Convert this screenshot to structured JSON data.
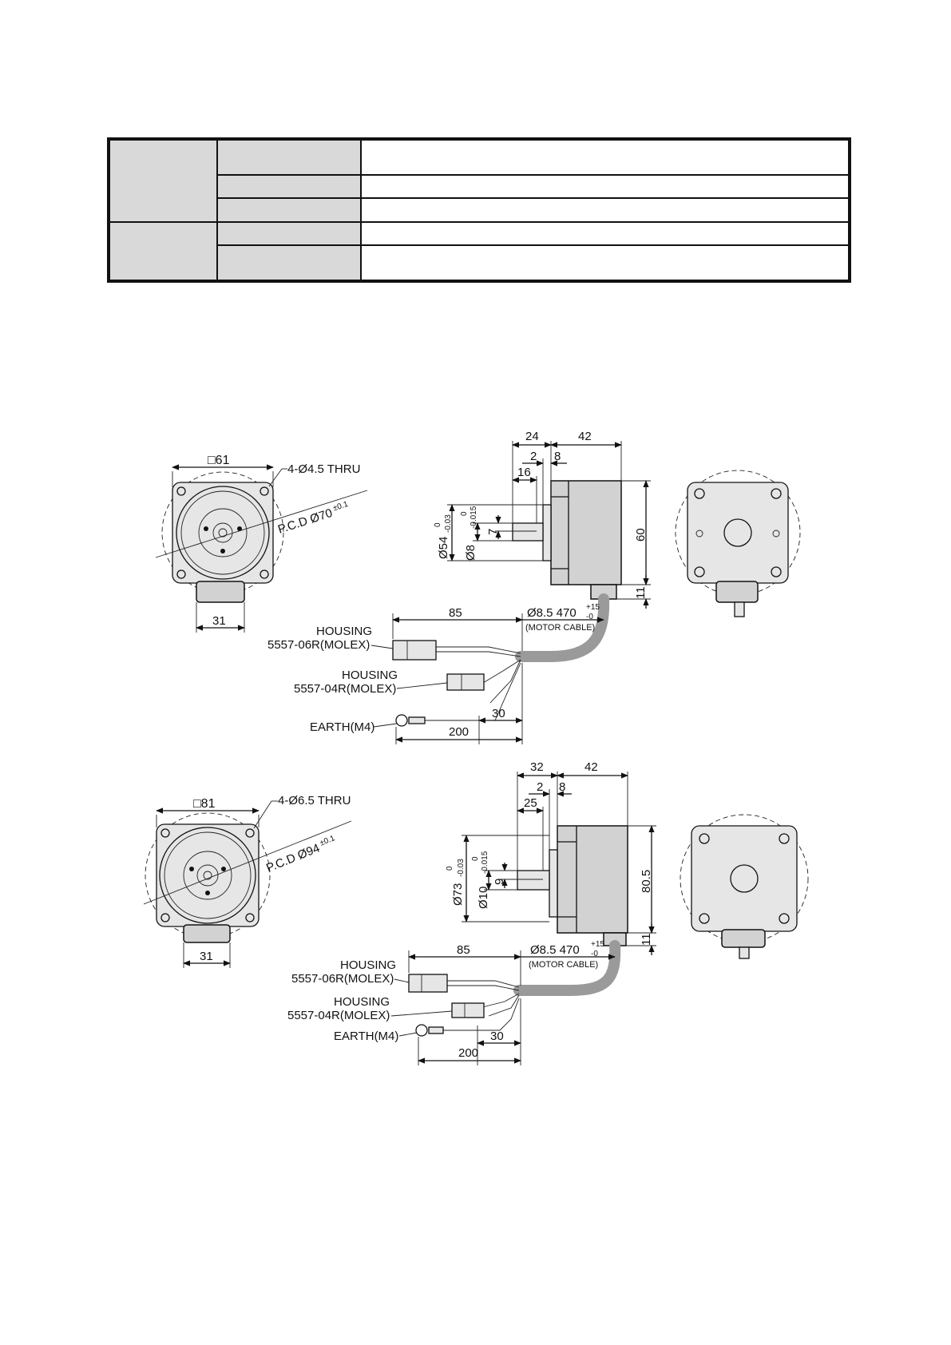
{
  "spec_table": {
    "rows": [
      {
        "group": "",
        "label": "",
        "value": ""
      },
      {
        "group": "",
        "label": "",
        "value": ""
      },
      {
        "group": "",
        "label": "",
        "value": ""
      },
      {
        "group": "",
        "label": "",
        "value": ""
      },
      {
        "group": "",
        "label": "",
        "value": ""
      }
    ]
  },
  "drawing_60": {
    "square": "□61",
    "holes": "4-Ø4.5 THRU",
    "pcd": "P.C.D Ø70",
    "pcd_tol": "±0.1",
    "base_width": "31",
    "dim_24": "24",
    "dim_42": "42",
    "dim_2": "2",
    "dim_8": "8",
    "dim_16": "16",
    "spigot": "Ø54",
    "spigot_tol_upper": "0",
    "spigot_tol_lower": "-0.03",
    "shaft": "Ø8",
    "shaft_tol_upper": "0",
    "shaft_tol_lower": "-0.015",
    "flat": "7",
    "height": "60",
    "bottom": "11",
    "dim_85": "85",
    "cable_dia": "Ø8.5 470",
    "cable_tol_upper": "+15",
    "cable_tol_lower": "-0",
    "cable_note": "(MOTOR CABLE)",
    "housing1_a": "HOUSING",
    "housing1_b": "5557-06R(MOLEX)",
    "housing2_a": "HOUSING",
    "housing2_b": "5557-04R(MOLEX)",
    "earth": "EARTH(M4)",
    "dim_30": "30",
    "dim_200": "200"
  },
  "drawing_80": {
    "square": "□81",
    "holes": "4-Ø6.5 THRU",
    "pcd": "P.C.D Ø94",
    "pcd_tol": "±0.1",
    "base_width": "31",
    "dim_32": "32",
    "dim_42": "42",
    "dim_2": "2",
    "dim_8": "8",
    "dim_25": "25",
    "spigot": "Ø73",
    "spigot_tol_upper": "0",
    "spigot_tol_lower": "-0.03",
    "shaft": "Ø10",
    "shaft_tol_upper": "0",
    "shaft_tol_lower": "-0.015",
    "flat": "9",
    "height": "80.5",
    "bottom": "11",
    "dim_85": "85",
    "cable_dia": "Ø8.5 470",
    "cable_tol_upper": "+15",
    "cable_tol_lower": "-0",
    "cable_note": "(MOTOR CABLE)",
    "housing1_a": "HOUSING",
    "housing1_b": "5557-06R(MOLEX)",
    "housing2_a": "HOUSING",
    "housing2_b": "5557-04R(MOLEX)",
    "earth": "EARTH(M4)",
    "dim_30": "30",
    "dim_200": "200"
  }
}
